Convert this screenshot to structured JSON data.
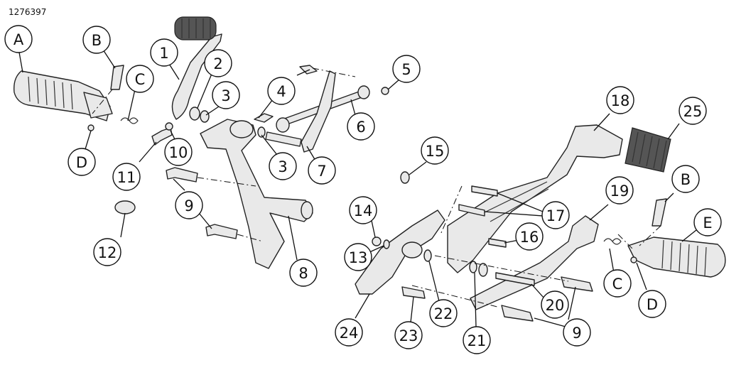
{
  "figure_number": "1276397",
  "callouts": [
    {
      "key": "c-A",
      "label": "A"
    },
    {
      "key": "c-B1",
      "label": "B"
    },
    {
      "key": "c-C1",
      "label": "C"
    },
    {
      "key": "c-D1",
      "label": "D"
    },
    {
      "key": "c-1",
      "label": "1"
    },
    {
      "key": "c-2",
      "label": "2"
    },
    {
      "key": "c-3a",
      "label": "3"
    },
    {
      "key": "c-4",
      "label": "4"
    },
    {
      "key": "c-5",
      "label": "5"
    },
    {
      "key": "c-6",
      "label": "6"
    },
    {
      "key": "c-3b",
      "label": "3"
    },
    {
      "key": "c-7",
      "label": "7"
    },
    {
      "key": "c-10",
      "label": "10"
    },
    {
      "key": "c-11",
      "label": "11"
    },
    {
      "key": "c-9a",
      "label": "9"
    },
    {
      "key": "c-12",
      "label": "12"
    },
    {
      "key": "c-8",
      "label": "8"
    },
    {
      "key": "c-15",
      "label": "15"
    },
    {
      "key": "c-18",
      "label": "18"
    },
    {
      "key": "c-25",
      "label": "25"
    },
    {
      "key": "c-B2",
      "label": "B"
    },
    {
      "key": "c-E",
      "label": "E"
    },
    {
      "key": "c-19",
      "label": "19"
    },
    {
      "key": "c-17",
      "label": "17"
    },
    {
      "key": "c-16",
      "label": "16"
    },
    {
      "key": "c-14",
      "label": "14"
    },
    {
      "key": "c-13",
      "label": "13"
    },
    {
      "key": "c-C2",
      "label": "C"
    },
    {
      "key": "c-D2",
      "label": "D"
    },
    {
      "key": "c-20",
      "label": "20"
    },
    {
      "key": "c-22",
      "label": "22"
    },
    {
      "key": "c-9b",
      "label": "9"
    },
    {
      "key": "c-24",
      "label": "24"
    },
    {
      "key": "c-23",
      "label": "23"
    },
    {
      "key": "c-21",
      "label": "21"
    }
  ]
}
